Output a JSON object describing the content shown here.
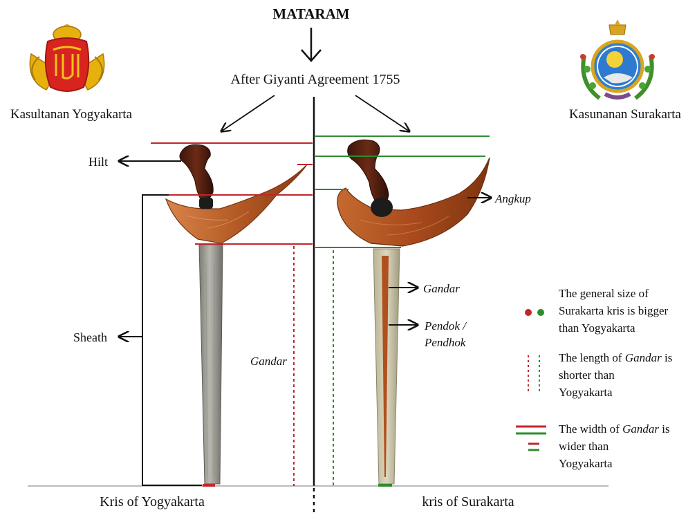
{
  "title": "MATARAM",
  "subtitle": "After Giyanti Agreement 1755",
  "left": {
    "name": "Kasultanan Yogyakarta",
    "caption": "Kris of Yogyakarta",
    "labels": {
      "hilt": "Hilt",
      "sheath": "Sheath",
      "gandar": "Gandar"
    }
  },
  "right": {
    "name": "Kasunanan Surakarta",
    "caption": "kris of Surakarta",
    "labels": {
      "angkup": "Angkup",
      "gandar": "Gandar",
      "pendok_1": "Pendok /",
      "pendok_2": "Pendhok"
    }
  },
  "legend": [
    {
      "symbol": "dots",
      "lines": [
        "The general size of",
        "Surakarta kris is bigger",
        "than Yogyakarta"
      ]
    },
    {
      "symbol": "dotted-lines",
      "lines": [
        "The length of Gandar is",
        "shorter than",
        "Yogyakarta"
      ]
    },
    {
      "symbol": "solid-lines",
      "lines": [
        "The width of Gandar is",
        "wider than",
        "Yogyakarta"
      ]
    }
  ],
  "colors": {
    "yogyakarta": "#c0262b",
    "surakarta": "#2e8b2e",
    "wood": "#b85a22",
    "wood_dark": "#7a3412",
    "hilt": "#5a2416",
    "silver": "#9a9a92"
  }
}
